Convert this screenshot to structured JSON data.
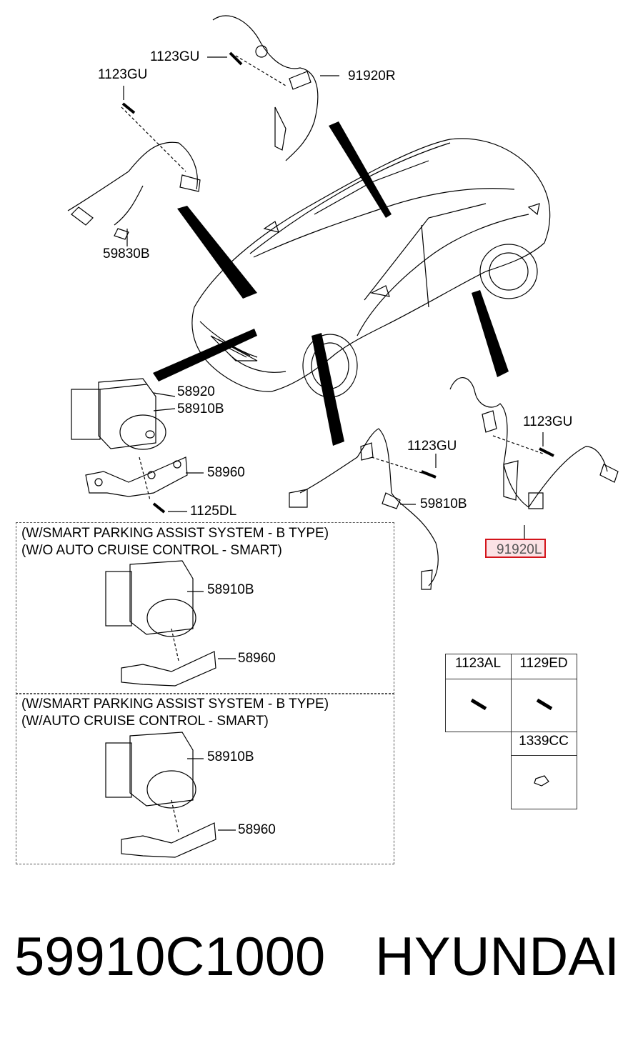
{
  "callouts": {
    "bolt_rear_right": "1123GU",
    "sensor_rear_right": "91920R",
    "bolt_front_left": "1123GU",
    "harness_front": "59830B",
    "abs_unit_a": "58920",
    "abs_unit_b": "58910B",
    "bracket": "58960",
    "bolt_bracket": "1125DL",
    "bolt_front_mid": "1123GU",
    "sensor_front_mid": "59810B",
    "bolt_rear_left": "1123GU",
    "sensor_rear_left": "91920L"
  },
  "variant_a": {
    "line1": "(W/SMART PARKING ASSIST SYSTEM - B TYPE)",
    "line2": "(W/O AUTO CRUISE CONTROL - SMART)",
    "unit": "58910B",
    "bracket": "58960"
  },
  "variant_b": {
    "line1": "(W/SMART PARKING ASSIST SYSTEM - B TYPE)",
    "line2": "(W/AUTO CRUISE CONTROL - SMART)",
    "unit": "58910B",
    "bracket": "58960"
  },
  "fastener_table": {
    "col1": "1123AL",
    "col2": "1129ED",
    "col3": "1339CC"
  },
  "footer": {
    "part_number": "59910C1000",
    "brand": "HYUNDAI"
  },
  "colors": {
    "highlight": "#d3141b"
  }
}
